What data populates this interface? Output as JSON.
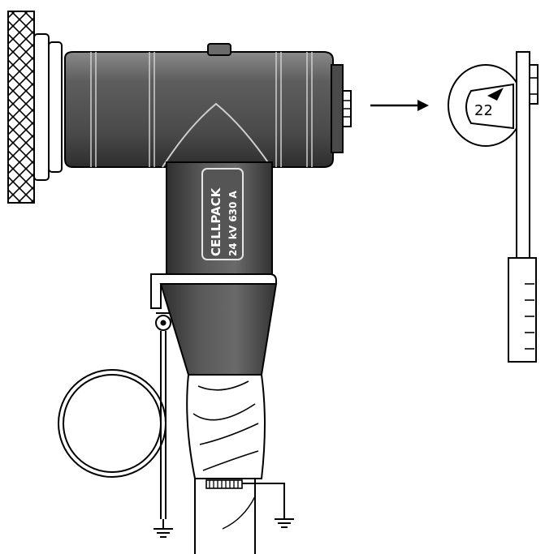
{
  "connector": {
    "brand": "CELLPACK",
    "rating": "24 kV 630 A"
  },
  "wrench": {
    "size_label": "22"
  },
  "colors": {
    "body": "#5b5b5b",
    "body_dark": "#3d3d3d",
    "body_light": "#7a7a7a",
    "line": "#000000",
    "background": "#ffffff"
  }
}
